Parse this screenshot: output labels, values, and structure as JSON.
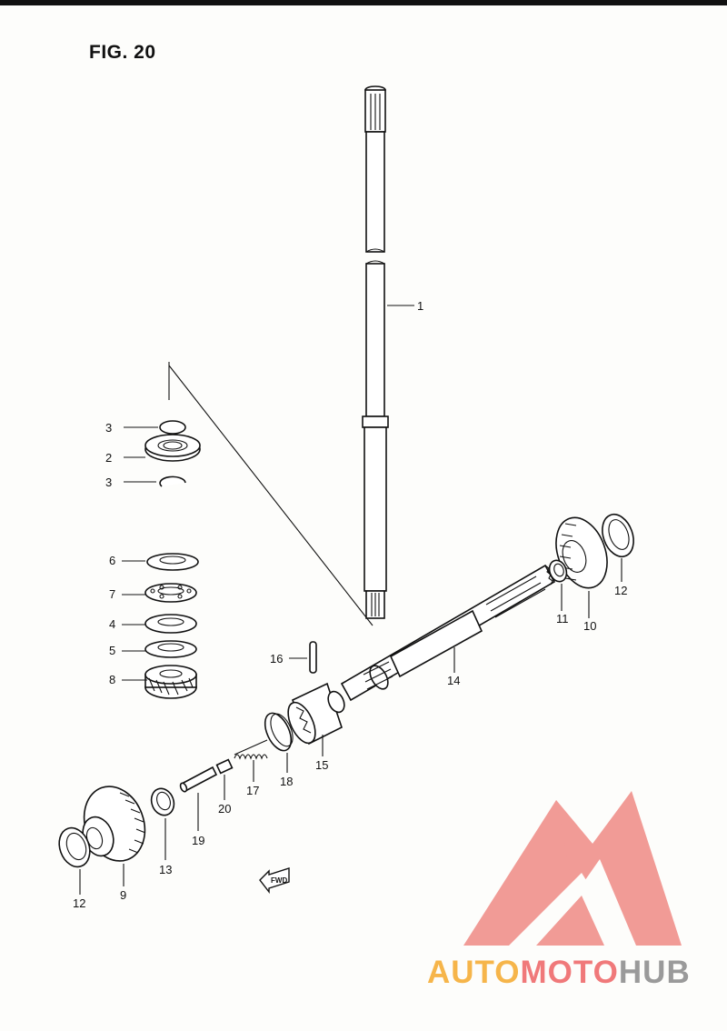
{
  "figure": {
    "title": "FIG. 20"
  },
  "watermark": {
    "parts": [
      {
        "text": "AUTO",
        "color": "#f6b54a"
      },
      {
        "text": "MOTO",
        "color": "#f0797a"
      },
      {
        "text": "HUB",
        "color": "#9a9a9a"
      }
    ],
    "logo_color": "#f08a85"
  },
  "fwd_badge": {
    "text": "FWD"
  },
  "callouts": [
    "1",
    "2",
    "3",
    "3",
    "4",
    "5",
    "6",
    "7",
    "8",
    "9",
    "10",
    "11",
    "12",
    "12",
    "13",
    "14",
    "15",
    "16",
    "17",
    "18",
    "19",
    "20"
  ]
}
